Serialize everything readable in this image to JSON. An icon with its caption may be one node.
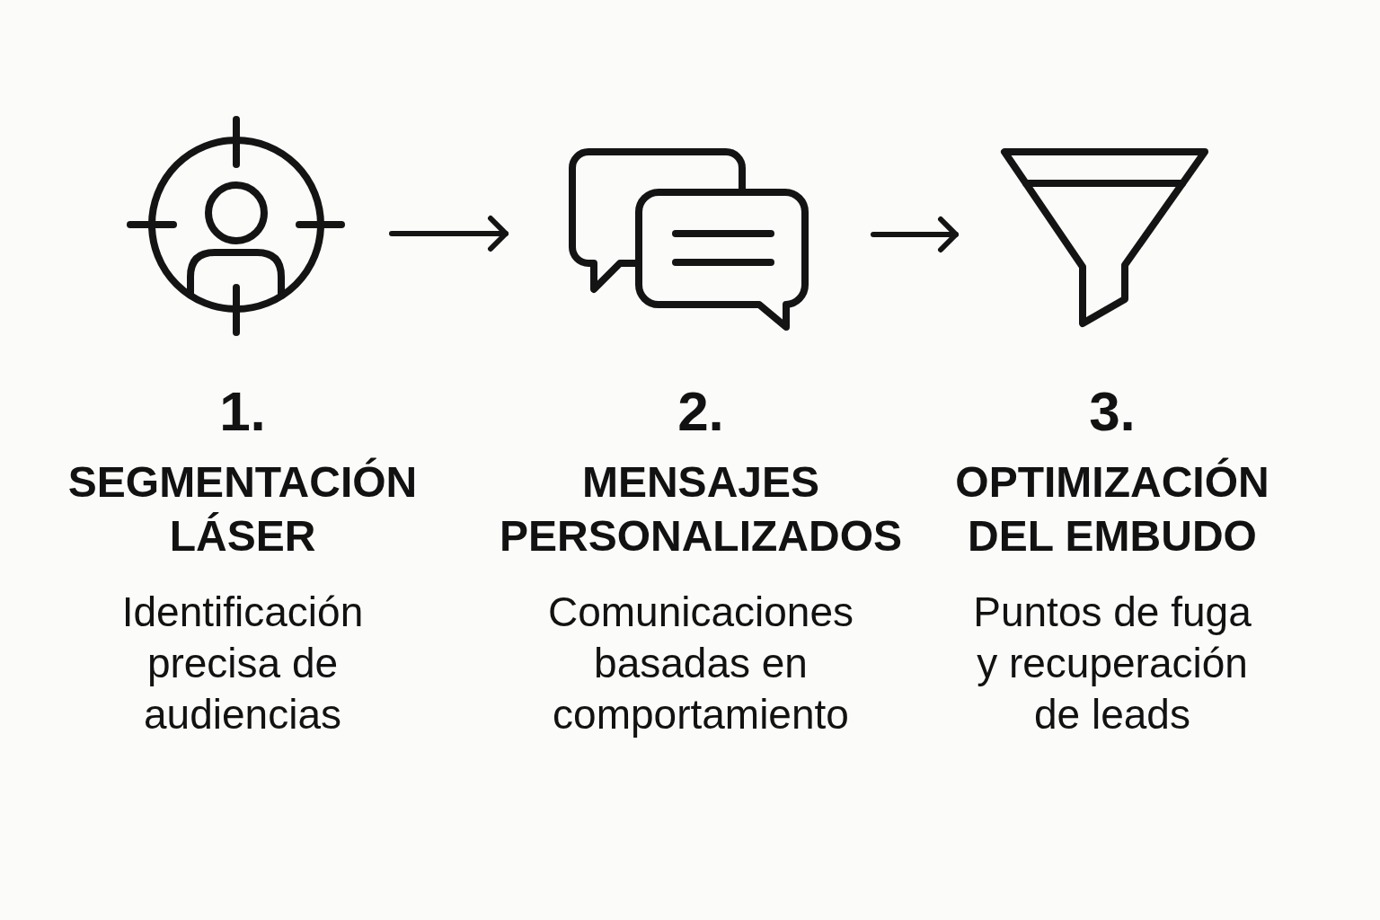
{
  "diagram": {
    "nodes": [
      {
        "text": [],
        "shape": "picture",
        "beside": [
          "1.",
          "SEGMENTACIÓN LÁSER",
          "Identificación precisa de audiencias"
        ]
      },
      {
        "text": [],
        "shape": "picture",
        "beside": [
          "2.",
          "MENSAJES PERSONALIZADOS",
          "Comunicaciones basadas en comportamiento"
        ]
      },
      {
        "text": [],
        "shape": "picture",
        "beside": [
          "3.",
          "OPTIMIZACIÓN DEL EMBUDO",
          "Puntos de fuga y recuperación de leads"
        ]
      }
    ],
    "edges": [
      {
        "from": 0,
        "to": 1,
        "arrow": "to"
      },
      {
        "from": 1,
        "to": 2,
        "arrow": "to"
      }
    ]
  }
}
